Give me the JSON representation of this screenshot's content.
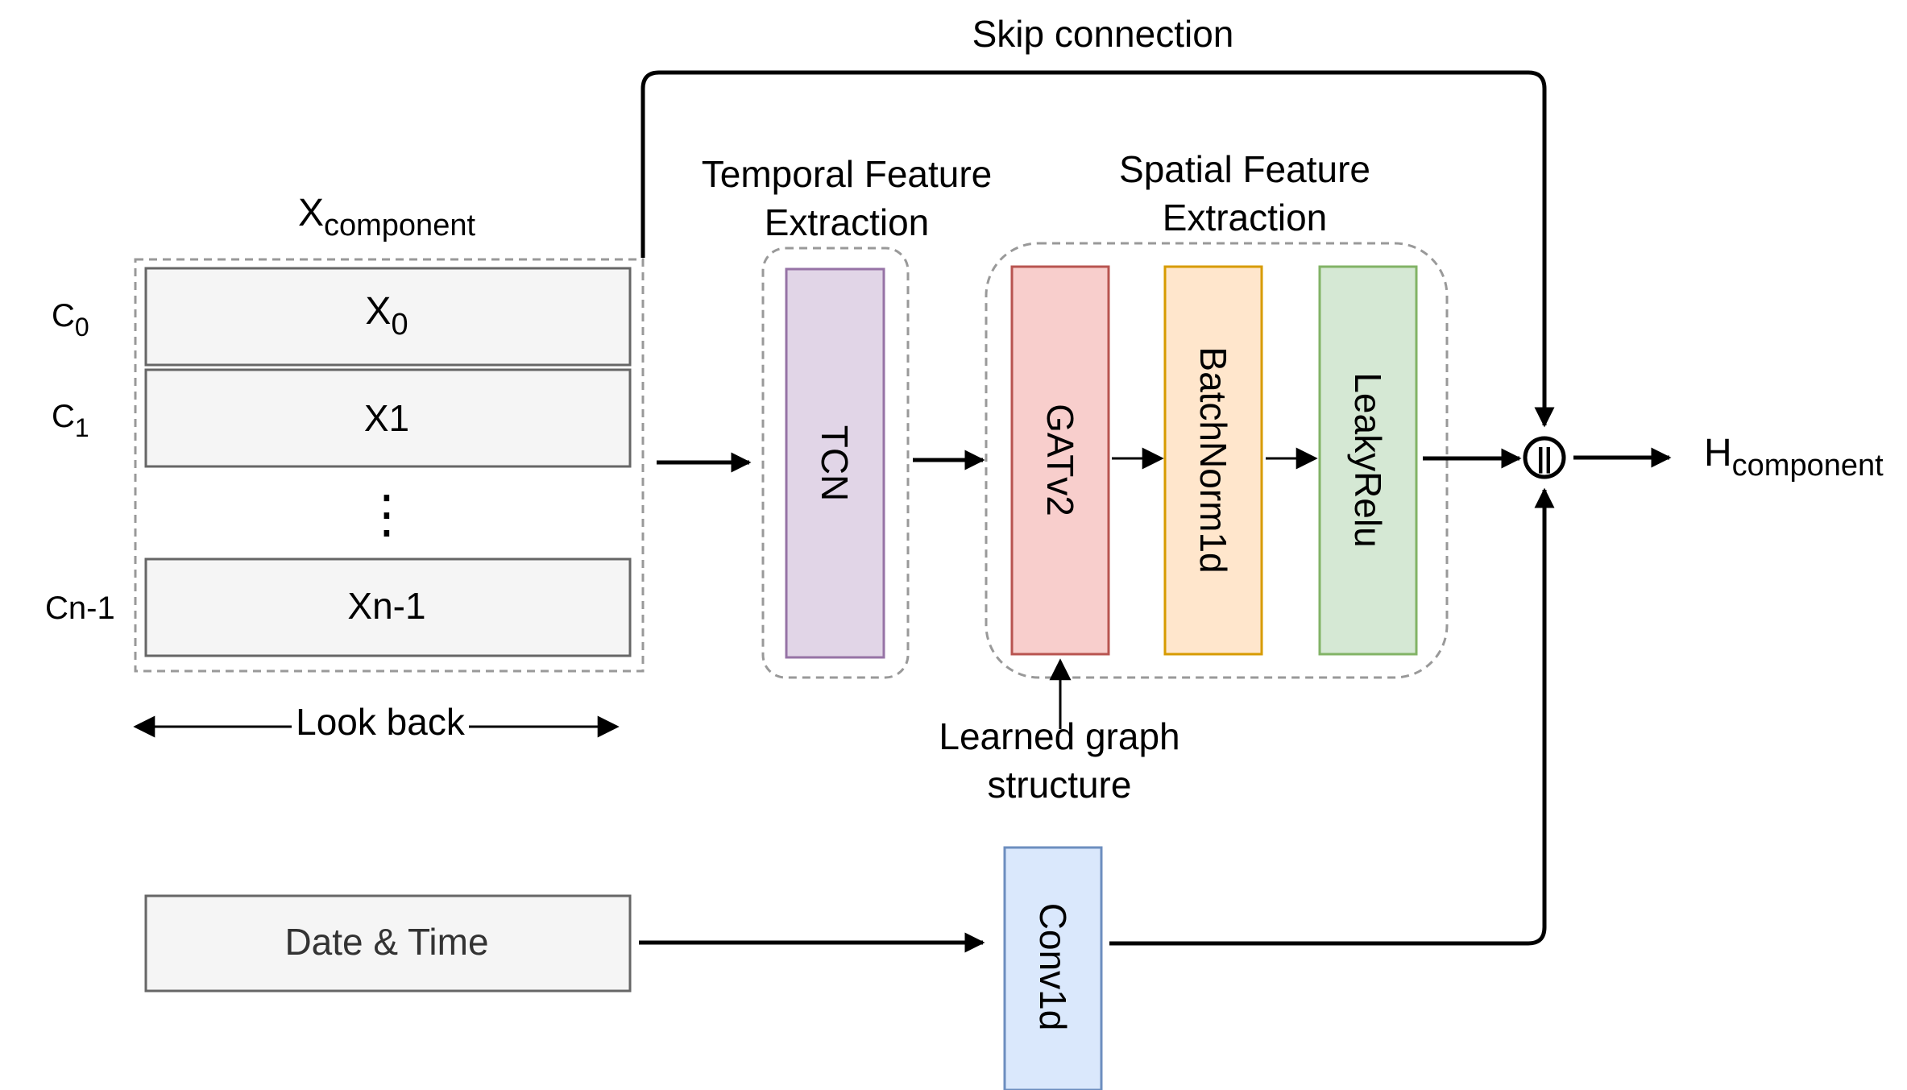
{
  "skip_connection_label": "Skip connection",
  "input": {
    "title_main": "X",
    "title_sub": "component",
    "rows": [
      {
        "channel_main": "C",
        "channel_sub": "0",
        "value_main": "X",
        "value_sub": "0"
      },
      {
        "channel_main": "C",
        "channel_sub": "1",
        "value_main": "X1",
        "value_sub": ""
      },
      {
        "channel_main": "Cn-1",
        "channel_sub": "",
        "value_main": "Xn-1",
        "value_sub": ""
      }
    ],
    "ellipsis": "⋮",
    "lookback_label": "Look back"
  },
  "temporal": {
    "title_line1": "Temporal Feature",
    "title_line2": "Extraction",
    "block_label": "TCN"
  },
  "spatial": {
    "title_line1": "Spatial Feature",
    "title_line2": "Extraction",
    "blocks": [
      "GATv2",
      "BatchNorm1d",
      "LeakyRelu"
    ],
    "graph_label_line1": "Learned graph",
    "graph_label_line2": "structure"
  },
  "datetime_label": "Date & Time",
  "conv_label": "Conv1d",
  "concat_symbol": "||",
  "output": {
    "main": "H",
    "sub": "component"
  },
  "colors": {
    "input_fill": "#f5f5f5",
    "input_stroke": "#666666",
    "tcn_fill": "#e1d5e7",
    "tcn_stroke": "#9673a6",
    "gat_fill": "#f8cecc",
    "gat_stroke": "#b85450",
    "bn_fill": "#ffe6cc",
    "bn_stroke": "#d79b00",
    "leaky_fill": "#d5e8d4",
    "leaky_stroke": "#82b366",
    "conv_fill": "#dae8fc",
    "conv_stroke": "#6c8ebf",
    "dashed_stroke": "#999999"
  }
}
